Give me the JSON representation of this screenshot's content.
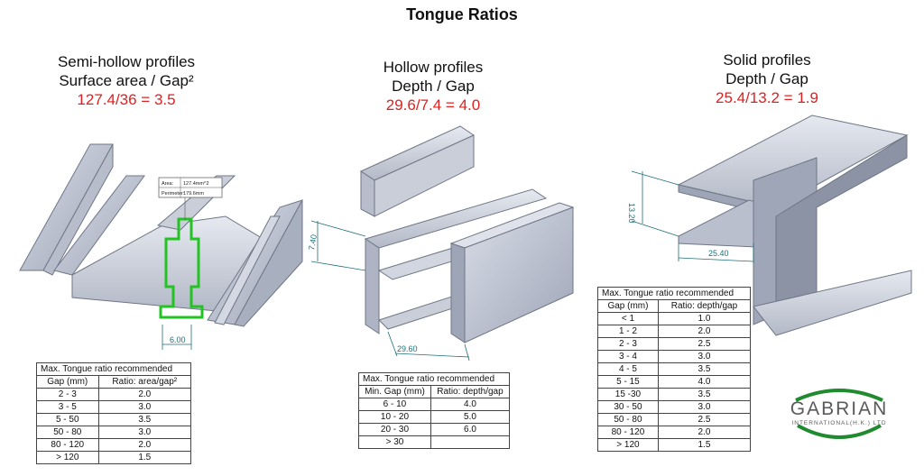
{
  "page": {
    "title": "Tongue Ratios"
  },
  "semi_hollow": {
    "heading1": "Semi-hollow profiles",
    "heading2": "Surface area / Gap²",
    "formula": "127.4/36 = 3.5",
    "callout": {
      "area_label": "Area:",
      "area_value": "127.4mm^2",
      "perimeter_label": "Perimeter:",
      "perimeter_value": "179.6mm"
    },
    "dimension": "6.00",
    "table": {
      "caption": "Max. Tongue ratio recommended",
      "headers": [
        "Gap (mm)",
        "Ratio: area/gap²"
      ],
      "rows": [
        [
          "2 - 3",
          "2.0"
        ],
        [
          "3 - 5",
          "3.0"
        ],
        [
          "5 - 50",
          "3.5"
        ],
        [
          "50 - 80",
          "3.0"
        ],
        [
          "80 - 120",
          "2.0"
        ],
        [
          "> 120",
          "1.5"
        ]
      ]
    }
  },
  "hollow": {
    "heading1": "Hollow profiles",
    "heading2": "Depth / Gap",
    "formula": "29.6/7.4 = 4.0",
    "dimensions": [
      "7.40",
      "29.60"
    ],
    "table": {
      "caption": "Max. Tongue ratio recommended",
      "headers": [
        "Min. Gap (mm)",
        "Ratio: depth/gap"
      ],
      "rows": [
        [
          "6 - 10",
          "4.0"
        ],
        [
          "10 - 20",
          "5.0"
        ],
        [
          "20 - 30",
          "6.0"
        ],
        [
          "> 30",
          ""
        ]
      ]
    }
  },
  "solid": {
    "heading1": "Solid profiles",
    "heading2": "Depth / Gap",
    "formula": "25.4/13.2 = 1.9",
    "dimensions": [
      "13.20",
      "25.40"
    ],
    "table": {
      "caption": "Max. Tongue ratio recommended",
      "headers": [
        "Gap (mm)",
        "Ratio: depth/gap"
      ],
      "rows": [
        [
          "< 1",
          "1.0"
        ],
        [
          "1 - 2",
          "2.0"
        ],
        [
          "2 - 3",
          "2.5"
        ],
        [
          "3 - 4",
          "3.0"
        ],
        [
          "4 - 5",
          "3.5"
        ],
        [
          "5 - 15",
          "4.0"
        ],
        [
          "15 -30",
          "3.5"
        ],
        [
          "30 - 50",
          "3.0"
        ],
        [
          "50 - 80",
          "2.5"
        ],
        [
          "80 - 120",
          "2.0"
        ],
        [
          "> 120",
          "1.5"
        ]
      ]
    }
  },
  "logo": {
    "name": "GABRIAN",
    "subtitle": "INTERNATIONAL(H.K.) LTD",
    "color_green": "#1f8a2e",
    "color_gray": "#5a5a5a"
  }
}
